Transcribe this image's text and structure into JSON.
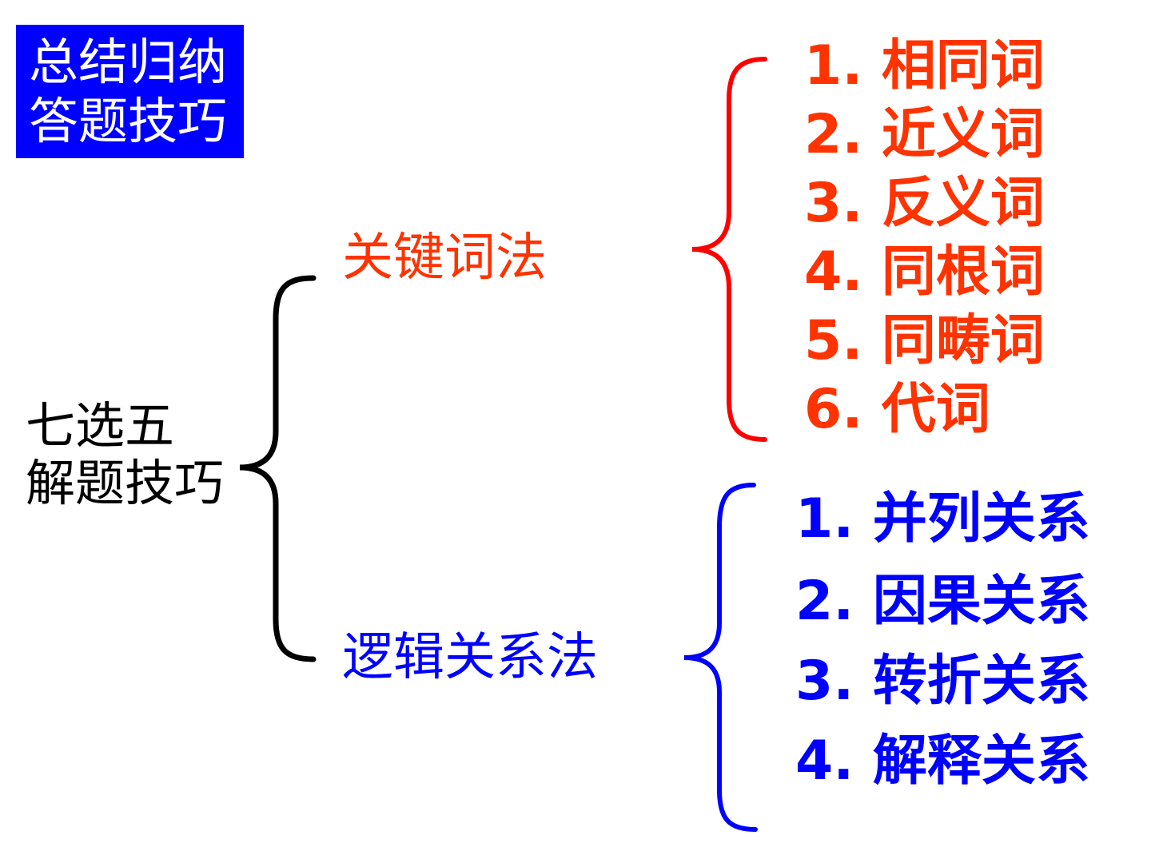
{
  "title_box": {
    "line1": "总结归纳",
    "line2": "答题技巧"
  },
  "root": {
    "line1": "七选五",
    "line2": "解题技巧"
  },
  "branches": [
    {
      "label": "关键词法",
      "color": "#ff3300",
      "items": [
        "1. 相同词",
        "2. 近义词",
        "3. 反义词",
        "4. 同根词",
        "5. 同畴词",
        "6. 代词"
      ]
    },
    {
      "label": "逻辑关系法",
      "color": "#0000ff",
      "items": [
        "1. 并列关系",
        "2. 因果关系",
        "3. 转折关系",
        "4. 解释关系"
      ]
    }
  ],
  "colors": {
    "title_bg": "#0000ff",
    "root_brace": "#000000",
    "red_brace": "#ff0000",
    "blue_brace": "#0000ff"
  }
}
